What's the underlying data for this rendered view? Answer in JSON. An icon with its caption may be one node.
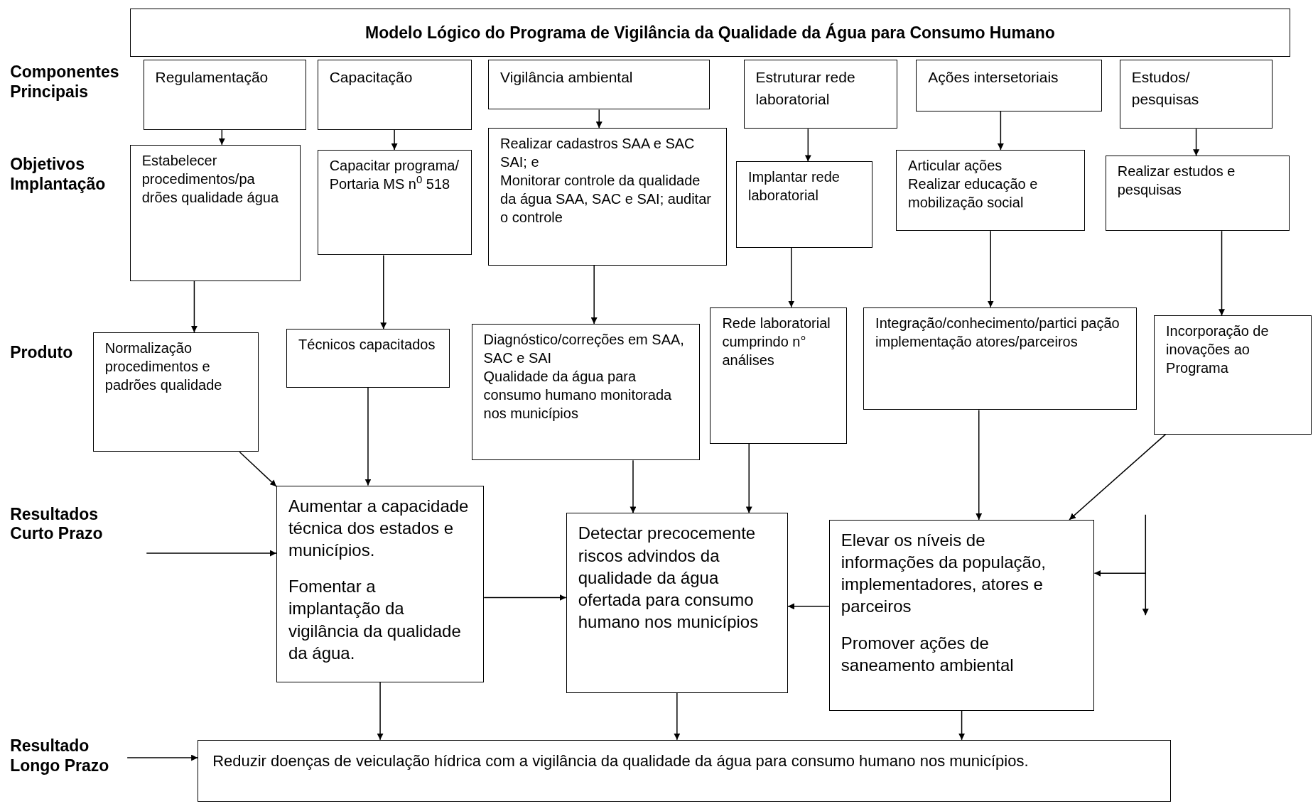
{
  "diagram": {
    "nodes": [
      {
        "text": [
          "Modelo Lógico do Programa de Vigilância da Qualidade da Água para Consumo Humano"
        ]
      },
      {
        "text": [
          "Regulamentação"
        ]
      },
      {
        "text": [
          "Capacitação"
        ]
      },
      {
        "text": [
          "Vigilância ambiental"
        ]
      },
      {
        "text": [
          "Estruturar rede laboratorial"
        ]
      },
      {
        "text": [
          "Ações intersetoriais"
        ]
      },
      {
        "text": [
          "Estudos/ pesquisas"
        ]
      },
      {
        "text": [
          "Estabelecer procedimentos/pa drões qualidade água"
        ]
      },
      {
        "text": [
          "Capacitar programa/ Portaria MS n$^{0}$ 518"
        ]
      },
      {
        "text": [
          "Realizar cadastros SAA e SAC SAI; e",
          "Monitorar controle da qualidade da água SAA, SAC e SAI; auditar o controle"
        ]
      },
      {
        "text": [
          "Implantar rede laboratorial"
        ]
      },
      {
        "text": [
          "Articular ações",
          "Realizar educação e mobilização social"
        ]
      },
      {
        "text": [
          "Realizar estudos e pesquisas"
        ]
      },
      {
        "text": [
          "Normalização procedimentos e padrões qualidade"
        ]
      },
      {
        "text": [
          "Técnicos capacitados"
        ]
      },
      {
        "text": [
          "Diagnóstico/correções em SAA, SAC e SAI",
          "Qualidade da água para consumo humano monitorada nos municípios"
        ]
      },
      {
        "text": [
          "Rede laboratorial cumprindo n° análises"
        ]
      },
      {
        "text": [
          "Integração/conhecimento/partici pação implementação atores/parceiros"
        ]
      },
      {
        "text": [
          "Incorporação de inovações ao Programa"
        ]
      },
      {
        "text": [
          "Aumentar a capacidade técnica dos estados e municípios.",
          "Fomentar a implantação da vigilância da qualidade da água."
        ]
      },
      {
        "text": [
          "Detectar precocemente riscos advindos da qualidade da água ofertada para consumo humano nos municípios"
        ]
      },
      {
        "text": [
          "Elevar os níveis de informações da população, implementadores, atores e parceiros",
          "Promover ações de saneamento ambiental"
        ]
      },
      {
        "text": [
          "Resultado Longo Prazo"
        ]
      },
      {
        "text": [
          "Reduzir doenças de veiculação hídrica com a vigilância da qualidade da água para consumo humano nos municípios."
        ]
      }
    ],
    "edges": [
      {
        "from": 1,
        "to": 7,
        "arrow": "to"
      },
      {
        "from": 2,
        "to": 8,
        "arrow": "to"
      },
      {
        "from": 3,
        "to": 9,
        "arrow": "to"
      },
      {
        "from": 4,
        "to": 10,
        "arrow": "to"
      },
      {
        "from": 5,
        "to": 11,
        "arrow": "to"
      },
      {
        "from": 6,
        "to": 12,
        "arrow": "to"
      },
      {
        "from": 7,
        "to": 13,
        "arrow": "to"
      },
      {
        "from": 8,
        "to": 14,
        "arrow": "to"
      },
      {
        "from": 9,
        "to": 15,
        "arrow": "to"
      },
      {
        "from": 10,
        "to": 16,
        "arrow": "to"
      },
      {
        "from": 11,
        "to": 17,
        "arrow": "to"
      },
      {
        "from": 12,
        "to": 18,
        "arrow": "to"
      },
      {
        "from": 13,
        "to": 19,
        "arrow": "to"
      },
      {
        "from": 14,
        "to": 19,
        "arrow": "to"
      },
      {
        "from": 15,
        "to": 20,
        "arrow": "to"
      },
      {
        "from": 16,
        "to": 20,
        "arrow": "to"
      },
      {
        "from": 17,
        "to": 21,
        "arrow": "to"
      },
      {
        "from": 18,
        "to": 21,
        "arrow": "to"
      },
      {
        "from": null,
        "to": 19,
        "arrow": "to"
      },
      {
        "from": 19,
        "to": 20,
        "arrow": "to"
      },
      {
        "from": 21,
        "to": 20,
        "arrow": "to"
      },
      {
        "from": null,
        "to": 21,
        "arrow": "to"
      },
      {
        "from": 19,
        "to": 23,
        "arrow": "to"
      },
      {
        "from": 20,
        "to": 23,
        "arrow": "to"
      },
      {
        "from": 21,
        "to": 23,
        "arrow": "to"
      },
      {
        "from": 22,
        "to": 23,
        "arrow": "to"
      }
    ],
    "labels": [
      "Componentes Principais",
      "Objetivos Implantação",
      "Produto",
      "Resultados Curto Prazo"
    ]
  }
}
